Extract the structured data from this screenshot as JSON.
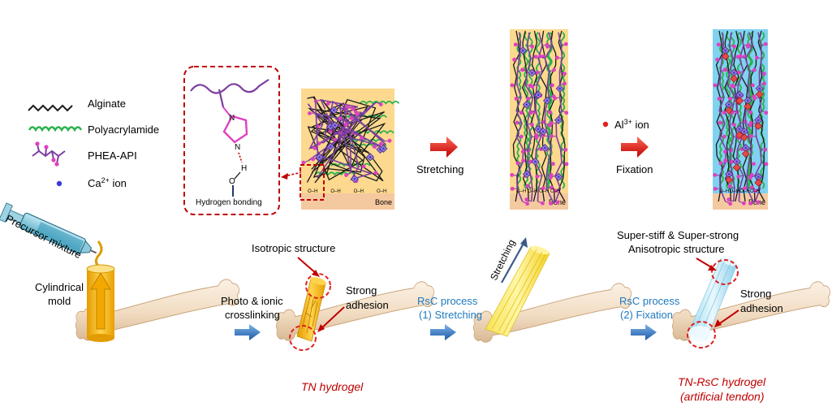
{
  "legend": {
    "alginate": "Alginate",
    "polyacrylamide": "Polyacrylamide",
    "phea_api": "PHEA-API",
    "ca_ion_base": "Ca",
    "ca_ion_sup": "2+",
    "ca_ion_tail": " ion"
  },
  "inset": {
    "hbond_label": "Hydrogen bonding",
    "n_upper": "N",
    "n_lower": "N",
    "h_atom": "H",
    "o_atom": "O"
  },
  "panels": {
    "bone_label": "Bone",
    "stretching": "Stretching",
    "al_ion_base": "Al",
    "al_ion_sup": "3+",
    "al_ion_tail": " ion",
    "fixation": "Fixation"
  },
  "process": {
    "precursor": "Precursor mixture",
    "mold_line1": "Cylindrical",
    "mold_line2": "mold",
    "crosslink_line1": "Photo & ionic",
    "crosslink_line2": "crosslinking",
    "isotropic": "Isotropic structure",
    "strong_adhesion_1_line1": "Strong",
    "strong_adhesion_1_line2": "adhesion",
    "rsc1_line1": "RsC process",
    "rsc1_line2": "(1) Stretching",
    "stretching_vertical": "Stretching",
    "rsc2_line1": "RsC process",
    "rsc2_line2": "(2) Fixation",
    "superstiff": "Super-stiff & Super-strong",
    "anisotropic": "Anisotropic structure",
    "strong_adhesion_2_line1": "Strong",
    "strong_adhesion_2_line2": "adhesion",
    "tn_hydrogel": "TN hydrogel",
    "tn_rsc_line1": "TN-RsC hydrogel",
    "tn_rsc_line2": "(artificial tendon)"
  },
  "colors": {
    "alginate": "#1a1a1a",
    "polyacrylamide": "#2bb24c",
    "phea": "#7b3fa0",
    "ca_ion": "#3b3bd6",
    "al_ion": "#e02020",
    "red_accent": "#c00000",
    "blue_text": "#1f7ac0",
    "gel_bg": "#fcd98f",
    "fixed_bg": "#80d2f0",
    "bone_bg": "#f5c9a0"
  }
}
